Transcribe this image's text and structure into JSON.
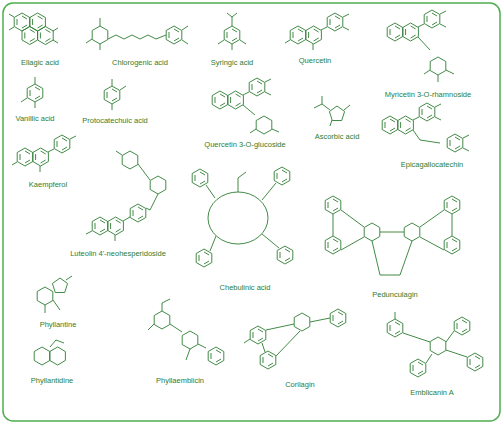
{
  "diagram": {
    "labels": [
      "Ellagic acid",
      "Chlorogenic acid",
      "Syringic acid",
      "Quercetin",
      "Myricetin 3-O-rhamnoside",
      "Vanillic acid",
      "Protocatechuic acid",
      "Quercetin 3-O-glucoside",
      "Ascorbic acid",
      "Epicagallocatechin",
      "Kaempferol",
      "Luteolin 4'-neohesperidoside",
      "Chebulinic acid",
      "Pedunculagin",
      "Phyllantine",
      "Phyllantidine",
      "Phyllaemblicin",
      "Corilagin",
      "Emblicanin A"
    ]
  }
}
